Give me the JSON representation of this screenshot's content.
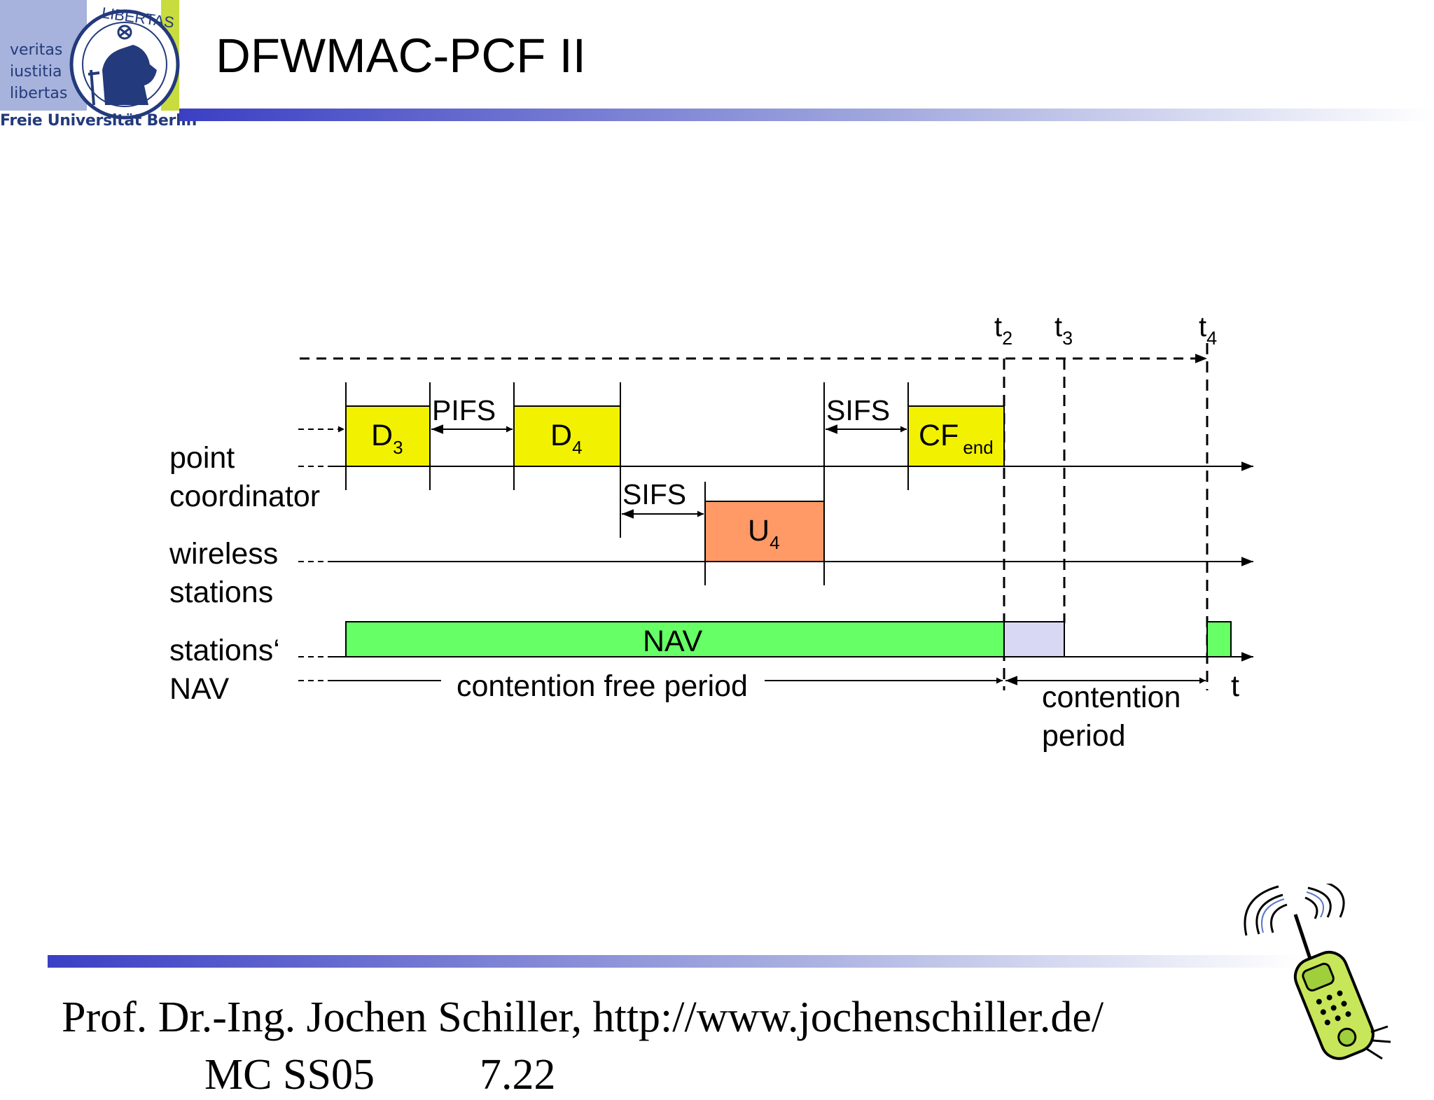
{
  "slide": {
    "title": "DFWMAC-PCF II",
    "logo": {
      "motto_lines": [
        "veritas",
        "iustitia",
        "libertas"
      ],
      "seal_text": "LIBERTAS",
      "university": "Freie Universität Berlin"
    },
    "footer": {
      "author": "Prof. Dr.-Ing. Jochen Schiller, http://www.jochenschiller.de/",
      "course": "MC SS05",
      "page": "7.22"
    }
  },
  "diagram": {
    "time_marks": [
      {
        "base": "t",
        "sub": "2"
      },
      {
        "base": "t",
        "sub": "3"
      },
      {
        "base": "t",
        "sub": "4"
      }
    ],
    "rows": {
      "point_coordinator": [
        "point",
        "coordinator"
      ],
      "wireless_stations": [
        "wireless",
        "stations"
      ],
      "stations_nav": [
        "stations‘",
        "NAV"
      ]
    },
    "frames": {
      "d3": {
        "base": "D",
        "sub": "3"
      },
      "d4": {
        "base": "D",
        "sub": "4"
      },
      "cf_end": {
        "base": "CF",
        "sub": "end"
      },
      "u4": {
        "base": "U",
        "sub": "4"
      }
    },
    "gaps": {
      "pifs": "PIFS",
      "sifs_1": "SIFS",
      "sifs_2": "SIFS"
    },
    "nav_label": "NAV",
    "periods": {
      "contention_free": "contention free period",
      "contention": [
        "contention",
        "period"
      ]
    },
    "time_axis_label": "t",
    "colors": {
      "downlink_frame": "#f2f200",
      "uplink_frame": "#ff9966",
      "nav": "#66ff66",
      "contention_window": "#d8d8f4",
      "bar_blue": "#3b3fc4"
    }
  }
}
